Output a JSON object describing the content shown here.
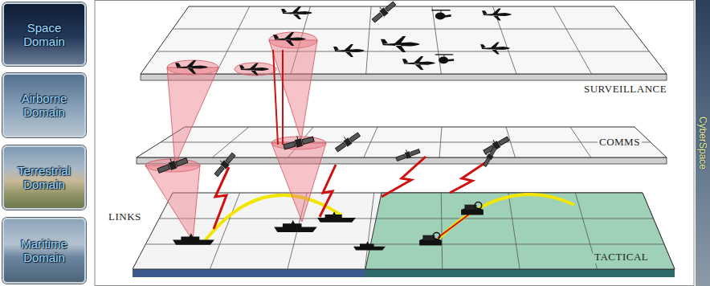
{
  "diagram": {
    "nodes": [
      {
        "text": [
          "Space Domain"
        ]
      },
      {
        "text": [
          "Airborne Domain"
        ]
      },
      {
        "text": [
          "Terrestrial Domain"
        ]
      },
      {
        "text": [
          "Maritime Domain"
        ]
      },
      {
        "text": [
          "CyberSpace"
        ]
      }
    ],
    "labels": [
      "SURVEILLANCE",
      "COMMS",
      "LINKS",
      "TACTICAL"
    ]
  }
}
